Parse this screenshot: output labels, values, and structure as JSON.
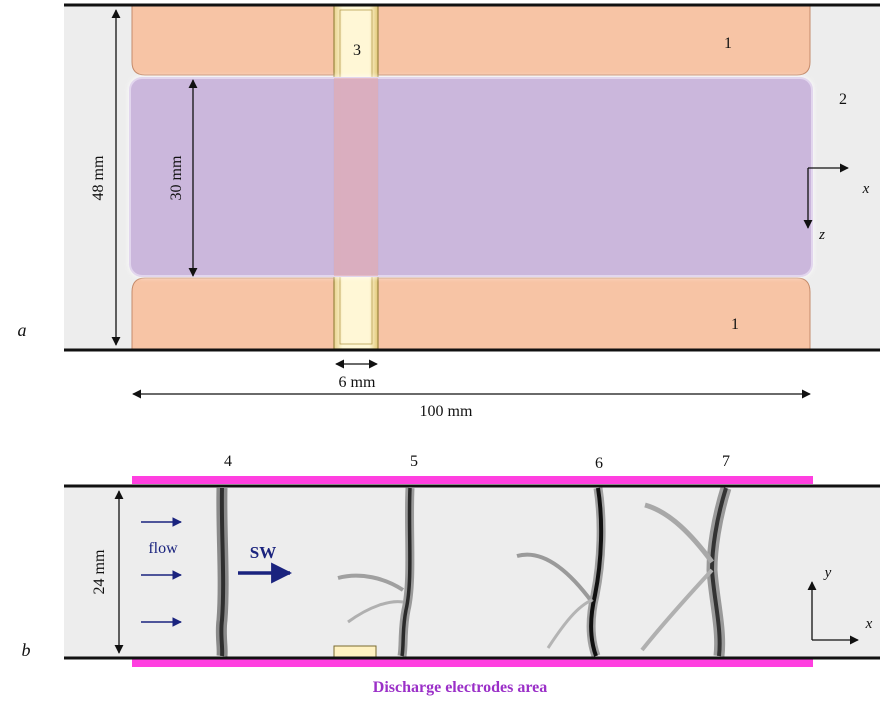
{
  "panel_a": {
    "panel_label": "a",
    "labels": {
      "electrode_top": "1",
      "electrode_bottom": "1",
      "region": "2",
      "insert": "3"
    },
    "dimensions": {
      "height_total": "48 mm",
      "height_discharge": "30 mm",
      "insert_width": "6 mm",
      "length": "100 mm"
    },
    "axes": {
      "x": "x",
      "z": "z"
    }
  },
  "panel_b": {
    "panel_label": "b",
    "frame_labels": [
      "4",
      "5",
      "6",
      "7"
    ],
    "height": "24 mm",
    "flow_label": "flow",
    "sw_label": "SW",
    "axes": {
      "x": "x",
      "y": "y"
    },
    "caption": "Discharge electrodes area"
  },
  "colors": {
    "electrode": "#f7c4a5",
    "discharge_region": "#c7b1d9",
    "insert": "#fff2c2",
    "magenta_strip": "#ff3fe0",
    "caption": "#9b30c8",
    "arrow_blue": "#1a237e",
    "channel_bg": "#ededed"
  }
}
